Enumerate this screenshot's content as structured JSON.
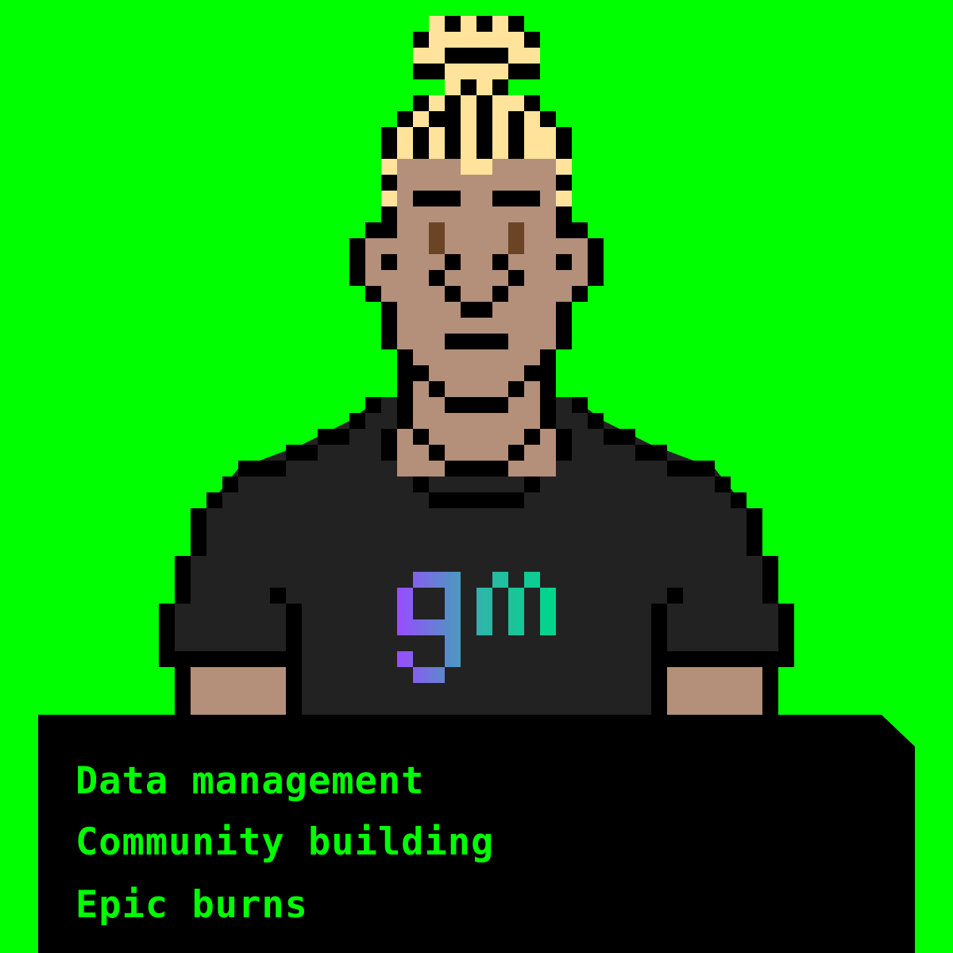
{
  "colors": {
    "background": "#00ff00",
    "card": "#000000",
    "text": "#00ff00",
    "outline": "#000000",
    "skin": "#b48f7a",
    "hair": "#ffe39b",
    "eyes": "#6b4426",
    "shirt": "#222222",
    "logo_gradient": [
      "#9a4cff",
      "#2bb8a6",
      "#00d68a"
    ]
  },
  "skills": [
    "Data management",
    "Community building",
    "Epic burns"
  ]
}
